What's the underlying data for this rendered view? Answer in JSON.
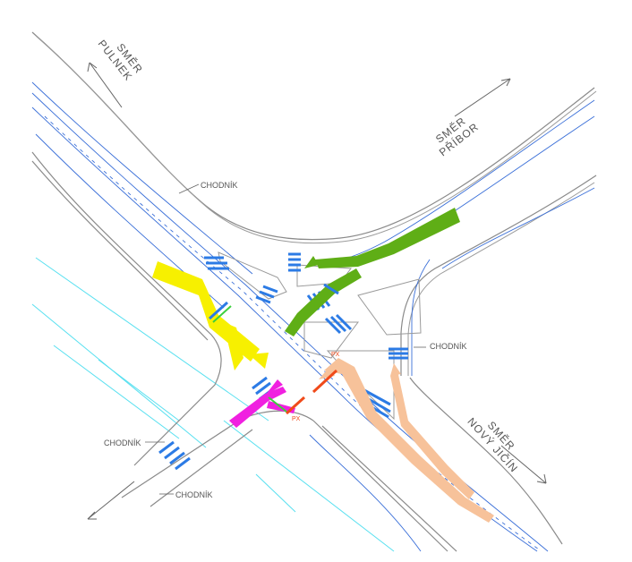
{
  "directions": {
    "pulnek": {
      "line1": "SMĚR",
      "line2": "PULNEK"
    },
    "pribor": {
      "line1": "SMĚR",
      "line2": "PŘÍBOR"
    },
    "novy_jicin": {
      "line1": "SMĚR",
      "line2": "NOVÝ JIČÍN"
    }
  },
  "labels": {
    "chodnik_top": "CHODNÍK",
    "chodnik_right": "CHODNÍK",
    "chodnik_left": "CHODNÍK",
    "chodnik_bottom": "CHODNÍK",
    "px_1": "PX",
    "px_2": "PX"
  },
  "colors": {
    "flow_yellow": "#f7f000",
    "flow_green": "#5fae16",
    "flow_magenta": "#f020e0",
    "flow_orange": "#f7c29a",
    "stop_line_red": "#f04a1a",
    "lanes_blue": "#3a6fd8",
    "crossing_blue": "#2c7be5",
    "cyan_lines": "#58e0f0",
    "road_edge": "#8a8a8a"
  }
}
